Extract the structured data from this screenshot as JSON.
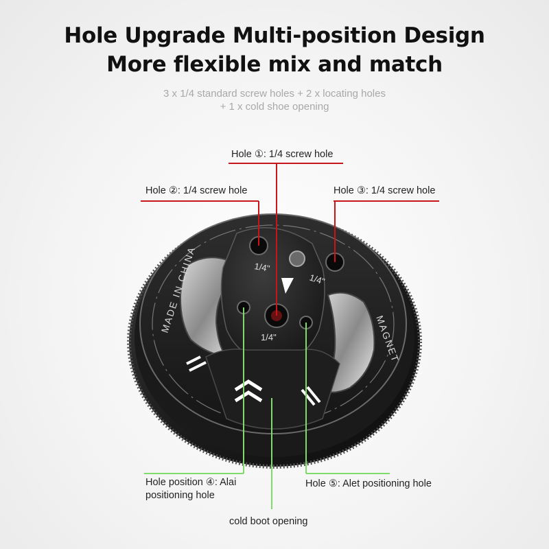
{
  "heading": {
    "line1": "Hole Upgrade Multi-position Design",
    "line2": "More flexible mix and match"
  },
  "subheading": {
    "line1": "3 x 1/4 standard screw holes + 2 x locating holes",
    "line2": "+ 1 x cold shoe opening"
  },
  "callouts": {
    "hole1": "Hole ①: 1/4 screw hole",
    "hole2": "Hole ②: 1/4 screw hole",
    "hole3": "Hole ③: 1/4 screw hole",
    "hole4_line1": "Hole position ④: Alai",
    "hole4_line2": "positioning hole",
    "hole5": "Hole ⑤: Alet positioning hole",
    "cold_boot": "cold boot opening"
  },
  "product": {
    "engraving_left": "MADE IN CHINA",
    "engraving_right": "MAGNET",
    "hole_label_center": "1/4\"",
    "hole_label_left": "1/4\"",
    "hole_label_right": "1/4\""
  },
  "colors": {
    "red_line": "#c8151b",
    "green_line": "#7fdc6a"
  }
}
